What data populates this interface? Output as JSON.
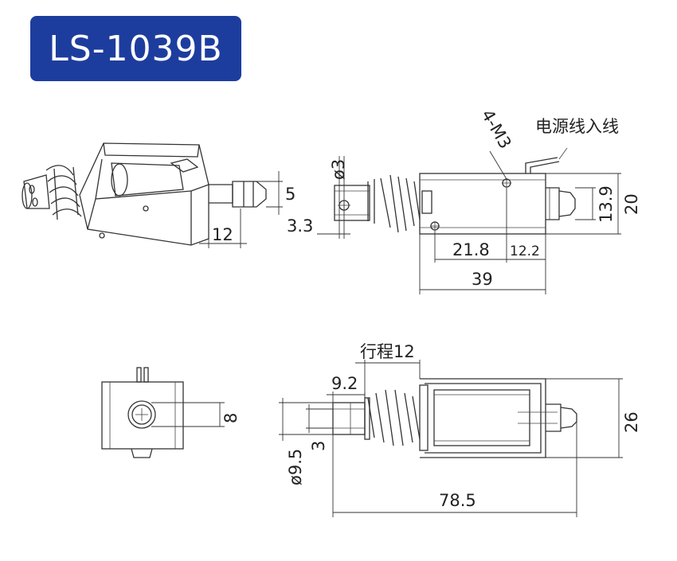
{
  "title": "LS-1039B",
  "colors": {
    "badge": "#1d3d9e",
    "line": "#333333",
    "text": "#222222"
  },
  "dimensions": {
    "stroke_5": "5",
    "length_12": "12",
    "pin_diameter": "ø3",
    "offset_3_3": "3.3",
    "mount_thread": "4-M3",
    "power_lead": "电源线入线",
    "height_20": "20",
    "height_13_9": "13.9",
    "length_21_8": "21.8",
    "length_12_2": "12.2",
    "length_39": "39",
    "stroke_label": "行程12",
    "length_9_2": "9.2",
    "height_8": "8",
    "pin_3": "3",
    "flange_diameter": "ø9.5",
    "total_length": "78.5",
    "height_26": "26"
  }
}
